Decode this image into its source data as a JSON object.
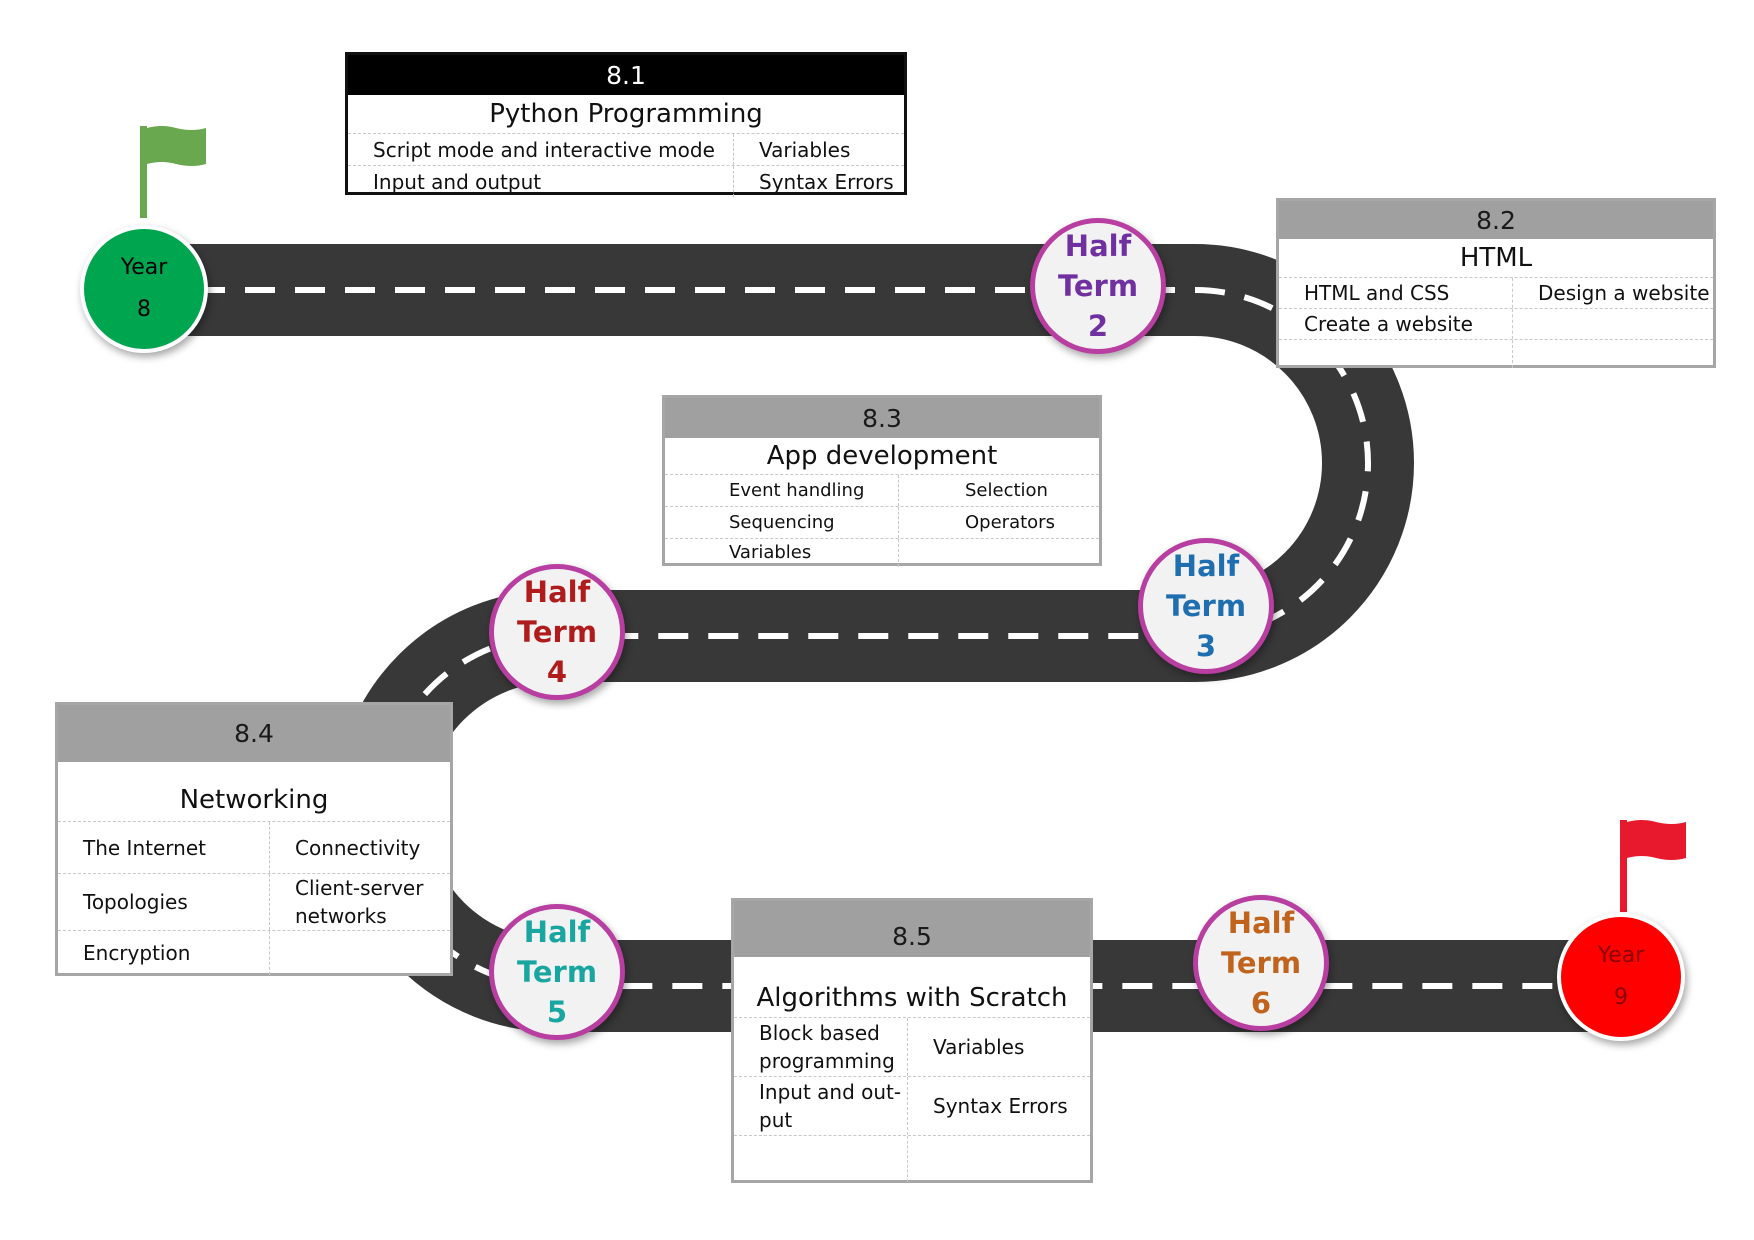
{
  "year_start": {
    "label": "Year",
    "number": "8",
    "color": "#00a550"
  },
  "year_end": {
    "label": "Year",
    "number": "9",
    "color": "#ff0000"
  },
  "terms": [
    {
      "line1": "Half",
      "line2": "Term",
      "num": "2",
      "color": "#7030a0"
    },
    {
      "line1": "Half",
      "line2": "Term",
      "num": "3",
      "color": "#1f6fb0"
    },
    {
      "line1": "Half",
      "line2": "Term",
      "num": "4",
      "color": "#b01c1c"
    },
    {
      "line1": "Half",
      "line2": "Term",
      "num": "5",
      "color": "#1aa6a0"
    },
    {
      "line1": "Half",
      "line2": "Term",
      "num": "6",
      "color": "#c0631c"
    }
  ],
  "flags": {
    "start_color": "#6aa84f",
    "end_color": "#e8192c"
  },
  "units": [
    {
      "code": "8.1",
      "title": "Python Programming",
      "rows": [
        [
          "Script mode and interactive mode",
          "Variables"
        ],
        [
          "Input and output",
          "Syntax Errors"
        ]
      ]
    },
    {
      "code": "8.2",
      "title": "HTML",
      "rows": [
        [
          "HTML and CSS",
          "Design a website"
        ],
        [
          "Create a website",
          ""
        ],
        [
          "",
          ""
        ]
      ]
    },
    {
      "code": "8.3",
      "title": "App development",
      "rows": [
        [
          "Event handling",
          "Selection"
        ],
        [
          "Sequencing",
          "Operators"
        ],
        [
          "Variables",
          ""
        ]
      ]
    },
    {
      "code": "8.4",
      "title": "Networking",
      "rows": [
        [
          "The Internet",
          "Connectivity"
        ],
        [
          "Topologies",
          "Client-server networks"
        ],
        [
          "Encryption",
          ""
        ]
      ]
    },
    {
      "code": "8.5",
      "title": "Algorithms with Scratch",
      "rows": [
        [
          "Block based programming",
          "Variables"
        ],
        [
          "Input and out-put",
          "Syntax Errors"
        ],
        [
          "",
          ""
        ]
      ]
    }
  ]
}
